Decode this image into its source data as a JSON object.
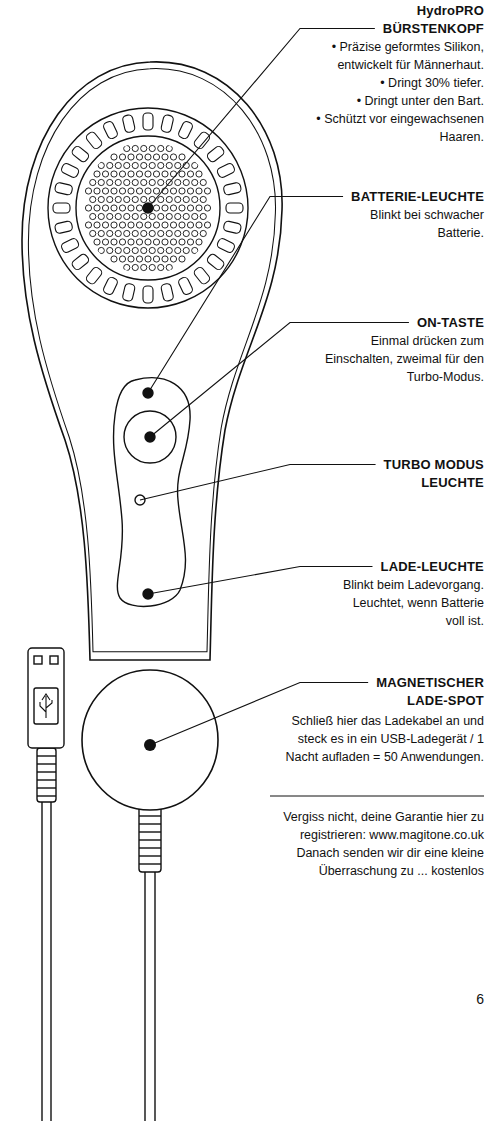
{
  "diagram": {
    "labels": [
      "HydroPRO BÜRSTENKOPF",
      "• Präzise geformtes Silikon, entwickelt für Männerhaut.",
      "• Dringt 30% tiefer.",
      "• Dringt unter den Bart.",
      "• Schützt vor eingewachsenen Haaren.",
      "BATTERIE-LEUCHTE",
      "Blinkt bei schwacher Batterie.",
      "ON-TASTE",
      "Einmal drücken zum Einschalten, zweimal für den Turbo-Modus.",
      "TURBO MODUS LEUCHTE",
      "LADE-LEUCHTE",
      "Blinkt beim Ladevorgang. Leuchtet, wenn Batterie voll ist.",
      "MAGNETISCHER LADE-SPOT",
      "Schließ hier das Ladekabel an und steck es in ein USB-Ladegerät / 1 Nacht aufladen = 50 Anwendungen.",
      "Vergiss nicht, deine Garantie hier zu registrieren: www.magitone.co.uk Danach senden wir dir eine kleine Überraschung zu ... kostenlos",
      "6"
    ]
  }
}
